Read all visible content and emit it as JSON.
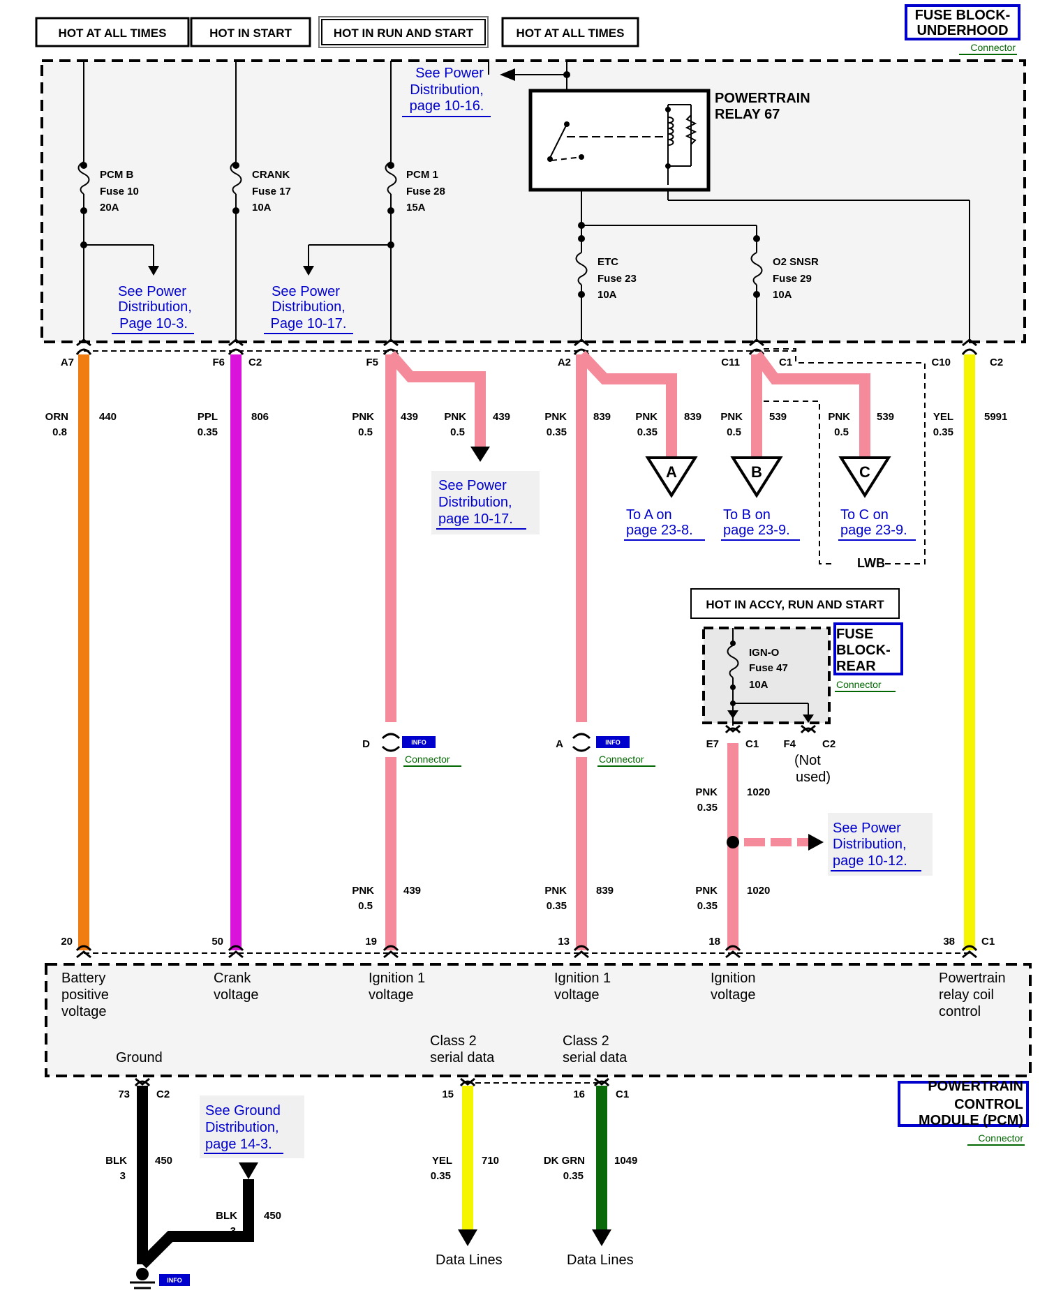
{
  "headers": {
    "h1": "HOT AT ALL TIMES",
    "h2": "HOT IN START",
    "h3": "HOT IN RUN AND START",
    "h4": "HOT AT ALL TIMES",
    "h5": "HOT IN ACCY, RUN AND START"
  },
  "components": {
    "underhood": {
      "line1": "FUSE BLOCK-",
      "line2": "UNDERHOOD",
      "connector": "Connector"
    },
    "rear": {
      "line1": "FUSE",
      "line2": "BLOCK-",
      "line3": "REAR",
      "connector": "Connector"
    },
    "pcm": {
      "line1": "POWERTRAIN",
      "line2": "CONTROL",
      "line3": "MODULE (PCM)",
      "connector": "Connector"
    },
    "relay": {
      "line1": "POWERTRAIN",
      "line2": "RELAY 67"
    }
  },
  "fuses": {
    "pcmb": {
      "name": "PCM B",
      "fuse": "Fuse 10",
      "amp": "20A"
    },
    "crank": {
      "name": "CRANK",
      "fuse": "Fuse 17",
      "amp": "10A"
    },
    "pcm1": {
      "name": "PCM 1",
      "fuse": "Fuse 28",
      "amp": "15A"
    },
    "etc": {
      "name": "ETC",
      "fuse": "Fuse 23",
      "amp": "10A"
    },
    "o2": {
      "name": "O2 SNSR",
      "fuse": "Fuse 29",
      "amp": "10A"
    },
    "igno": {
      "name": "IGN-O",
      "fuse": "Fuse 47",
      "amp": "10A"
    }
  },
  "links": {
    "top": {
      "l1": "See Power",
      "l2": "Distribution,",
      "l3": "page 10-16."
    },
    "pcmb": {
      "l1": "See Power",
      "l2": "Distribution,",
      "l3": "Page 10-3."
    },
    "pcm1": {
      "l1": "See Power",
      "l2": "Distribution,",
      "l3": "Page 10-17."
    },
    "mid": {
      "l1": "See Power",
      "l2": "Distribution,",
      "l3": "page 10-17."
    },
    "a": {
      "l1": "To A on",
      "l2": "page 23-8."
    },
    "b": {
      "l1": "To B on",
      "l2": "page 23-9."
    },
    "c": {
      "l1": "To C on",
      "l2": "page 23-9."
    },
    "dist12": {
      "l1": "See Power",
      "l2": "Distribution,",
      "l3": "page 10-12."
    },
    "ground": {
      "l1": "See Ground",
      "l2": "Distribution,",
      "l3": "page 14-3."
    }
  },
  "triangles": {
    "a": "A",
    "b": "B",
    "c": "C"
  },
  "lwb": "LWB",
  "not_used": {
    "l1": "(Not",
    "l2": "used)"
  },
  "badge": "INFO",
  "pins": {
    "a7": "A7",
    "f6": "F6",
    "c2a": "C2",
    "f5": "F5",
    "a2": "A2",
    "c11": "C11",
    "c1a": "C1",
    "c10": "C10",
    "c2b": "C2",
    "d": "D",
    "a": "A",
    "e7": "E7",
    "c1b": "C1",
    "f4": "F4",
    "c2c": "C2",
    "p20": "20",
    "p50": "50",
    "p19": "19",
    "p13": "13",
    "p18": "18",
    "p38": "38",
    "c1c": "C1",
    "p73": "73",
    "c2d": "C2",
    "p15": "15",
    "p16": "16",
    "c1d": "C1"
  },
  "wires": {
    "orn": {
      "color": "ORN",
      "gauge": "0.8",
      "circuit": "440"
    },
    "ppl": {
      "color": "PPL",
      "gauge": "0.35",
      "circuit": "806"
    },
    "pnk439a": {
      "color": "PNK",
      "gauge": "0.5",
      "circuit": "439"
    },
    "pnk439b": {
      "color": "PNK",
      "gauge": "0.5",
      "circuit": "439"
    },
    "pnk839a": {
      "color": "PNK",
      "gauge": "0.35",
      "circuit": "839"
    },
    "pnk839b": {
      "color": "PNK",
      "gauge": "0.35",
      "circuit": "839"
    },
    "pnk539a": {
      "color": "PNK",
      "gauge": "0.5",
      "circuit": "539"
    },
    "pnk539b": {
      "color": "PNK",
      "gauge": "0.5",
      "circuit": "539"
    },
    "yel5991": {
      "color": "YEL",
      "gauge": "0.35",
      "circuit": "5991"
    },
    "pnk1020a": {
      "color": "PNK",
      "gauge": "0.35",
      "circuit": "1020"
    },
    "pnk439c": {
      "color": "PNK",
      "gauge": "0.5",
      "circuit": "439"
    },
    "pnk839c": {
      "color": "PNK",
      "gauge": "0.35",
      "circuit": "839"
    },
    "pnk1020b": {
      "color": "PNK",
      "gauge": "0.35",
      "circuit": "1020"
    },
    "blk450a": {
      "color": "BLK",
      "gauge": "3",
      "circuit": "450"
    },
    "blk450b": {
      "color": "BLK",
      "gauge": "3",
      "circuit": "450"
    },
    "yel710": {
      "color": "YEL",
      "gauge": "0.35",
      "circuit": "710"
    },
    "dkgrn": {
      "color": "DK GRN",
      "gauge": "0.35",
      "circuit": "1049"
    }
  },
  "pcm_pins": {
    "battery": {
      "l1": "Battery",
      "l2": "positive",
      "l3": "voltage"
    },
    "crank": {
      "l1": "Crank",
      "l2": "voltage"
    },
    "ign1a": {
      "l1": "Ignition 1",
      "l2": "voltage"
    },
    "ign1b": {
      "l1": "Ignition 1",
      "l2": "voltage"
    },
    "ign": {
      "l1": "Ignition",
      "l2": "voltage"
    },
    "relay": {
      "l1": "Powertrain",
      "l2": "relay coil",
      "l3": "control"
    },
    "ground": "Ground",
    "class2a": {
      "l1": "Class 2",
      "l2": "serial data"
    },
    "class2b": {
      "l1": "Class 2",
      "l2": "serial data"
    }
  },
  "data_lines": {
    "a": "Data Lines",
    "b": "Data Lines"
  },
  "colors": {
    "orange": "#f07d12",
    "purple": "#d913d9",
    "pink": "#f48a9a",
    "yellow": "#f5f500",
    "black": "#000000",
    "dkgreen": "#0a6a0a",
    "link": "#0000cc",
    "connector": "#006600"
  }
}
